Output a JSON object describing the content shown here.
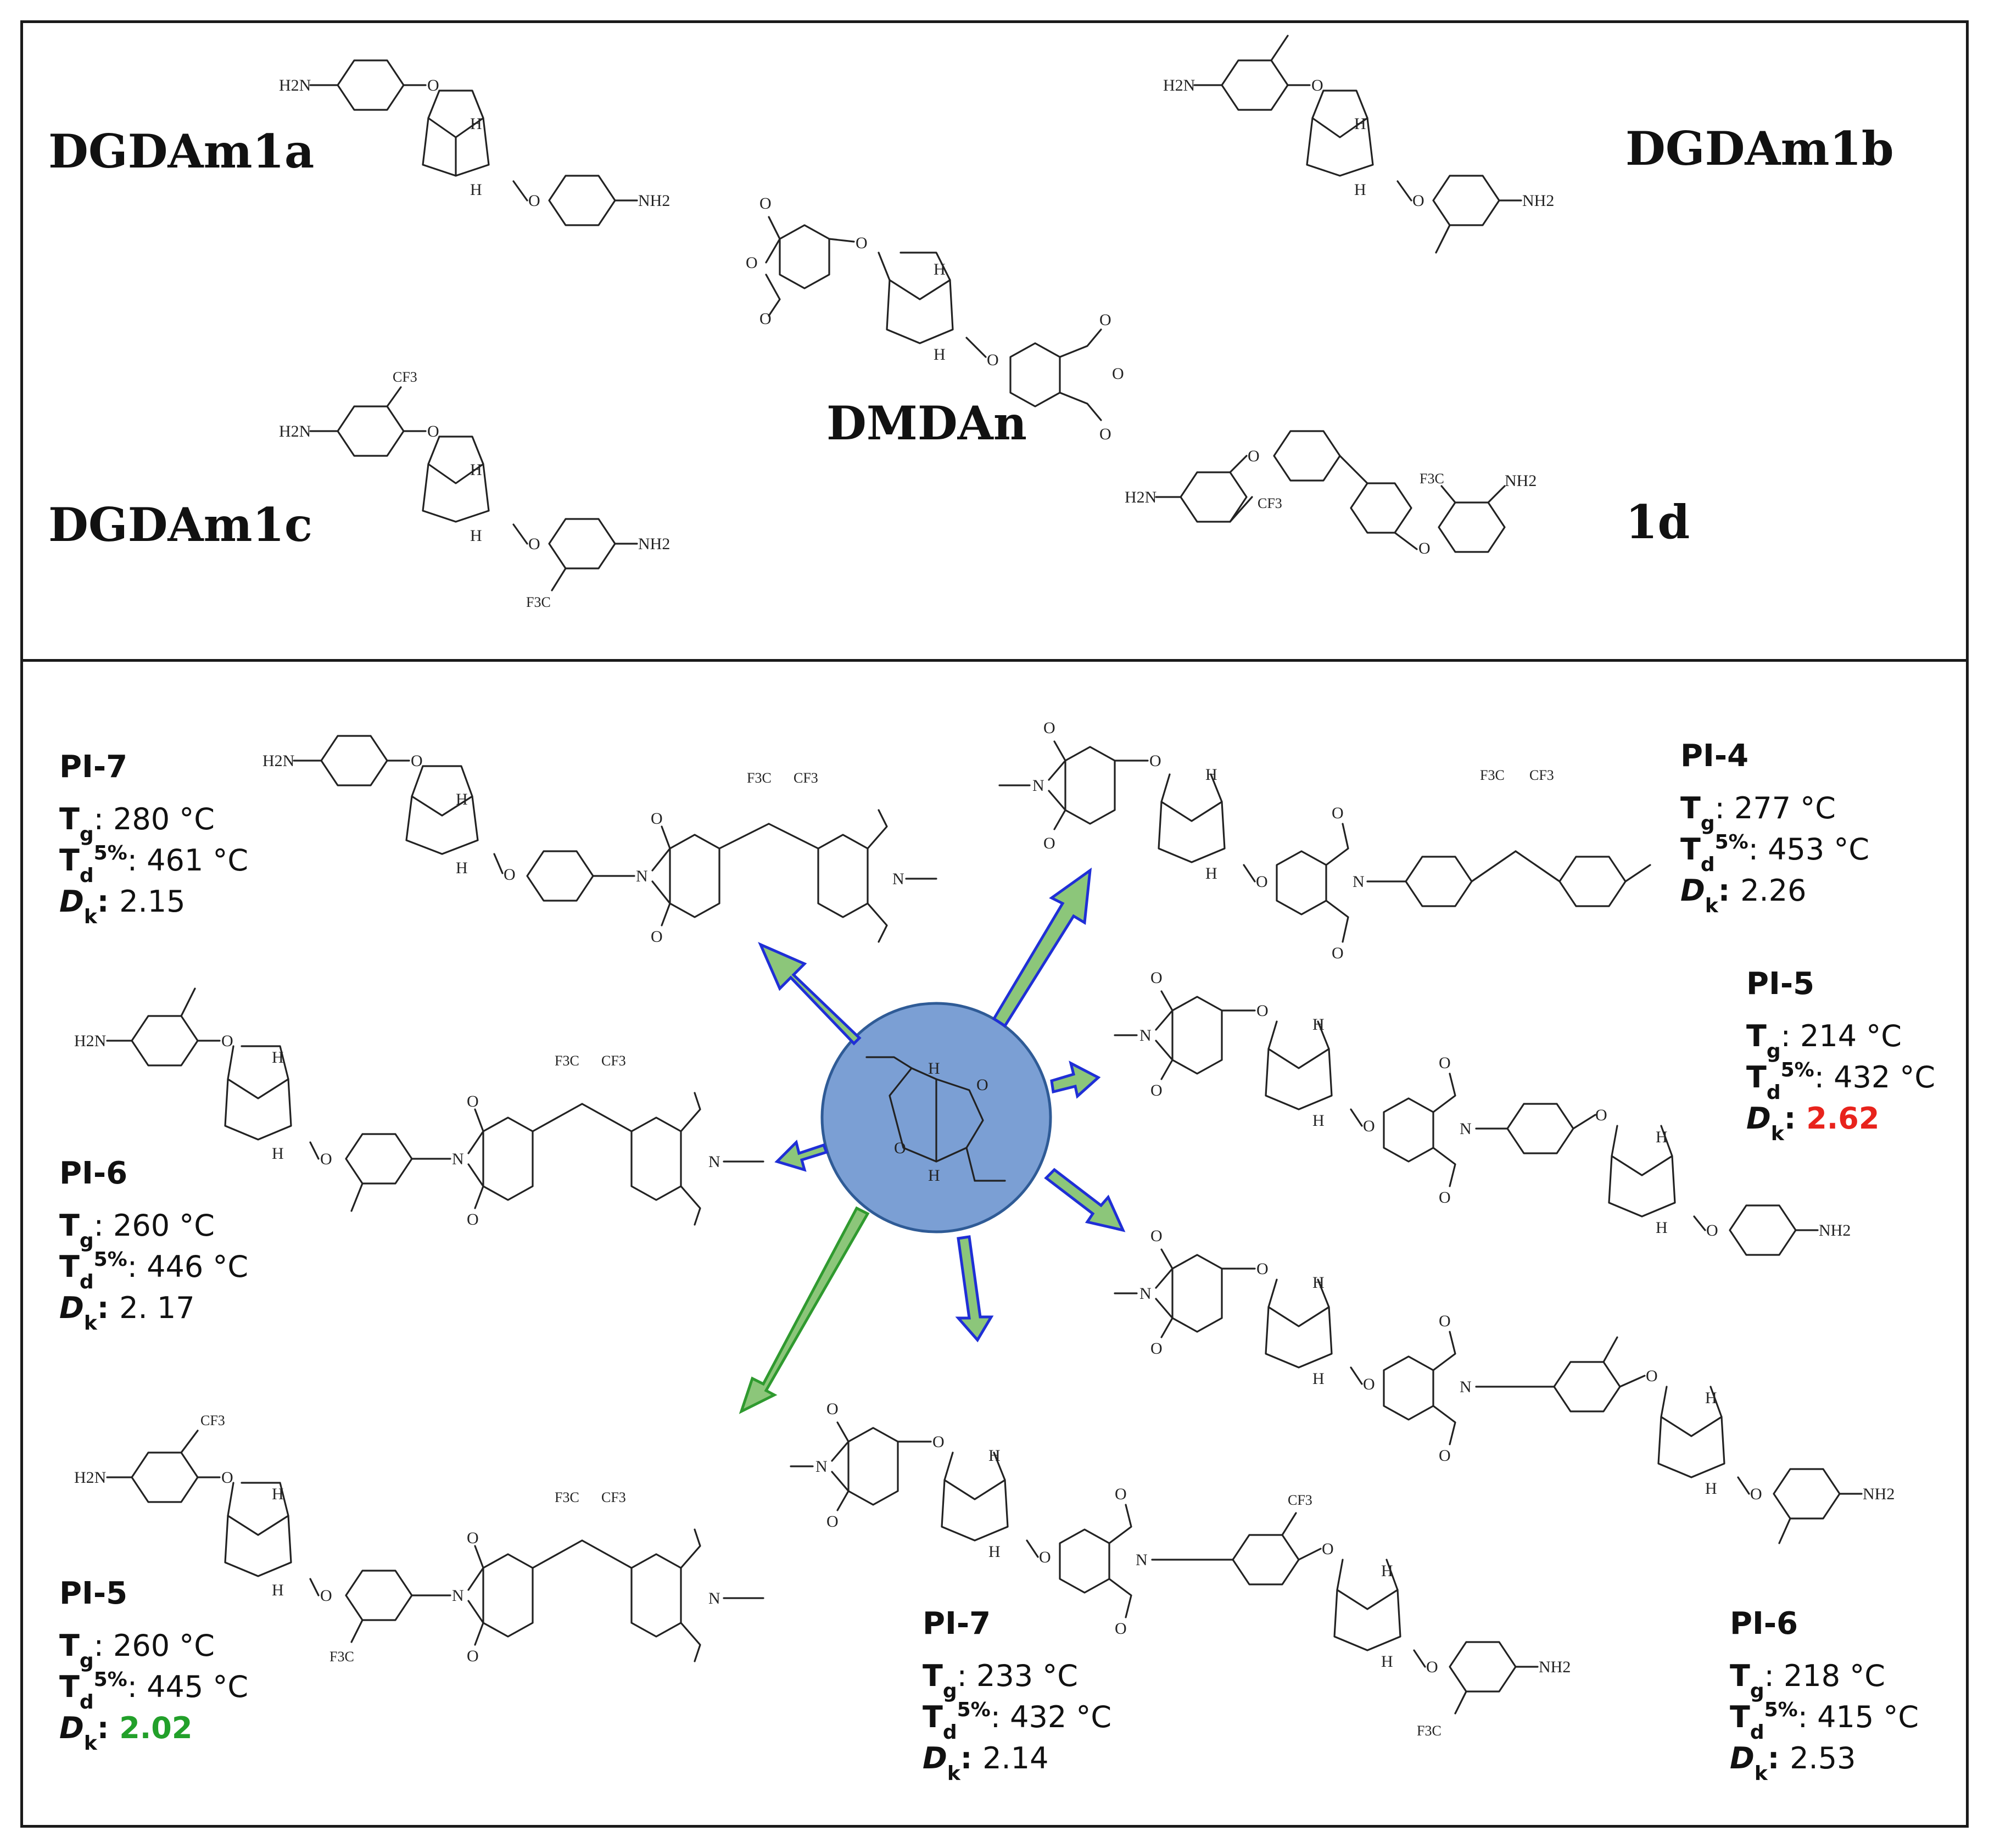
{
  "figure": {
    "top_panel": {
      "monomers": [
        {
          "id": "dgdam1a",
          "label": "DGDAm1a",
          "substituent": ""
        },
        {
          "id": "dgdam1b",
          "label": "DGDAm1b",
          "substituent": ""
        },
        {
          "id": "dmdan",
          "label": "DMDAn",
          "substituent": ""
        },
        {
          "id": "dgdam1c",
          "label": "DGDAm1c",
          "substituent": "CF3"
        },
        {
          "id": "oned",
          "label": "1d",
          "substituent": "CF3"
        }
      ]
    },
    "bottom_panel": {
      "polyimides": [
        {
          "id": "pi7a",
          "name": "PI-7",
          "tg_label": "T",
          "tg_sub": "g",
          "tg_value": ": 280 °C",
          "td_label": "T",
          "td_sub": "d",
          "td_sup": "5%",
          "td_value": ": 461 °C",
          "dk_label": "D",
          "dk_sub": "k",
          "dk_sep": ": ",
          "dk_value": "2.15",
          "dk_color": "#111111",
          "dk_bold": false
        },
        {
          "id": "pi4",
          "name": "PI-4",
          "tg_label": "T",
          "tg_sub": "g",
          "tg_value": ": 277 °C",
          "td_label": "T",
          "td_sub": "d",
          "td_sup": "5%",
          "td_value": ": 453 °C",
          "dk_label": "D",
          "dk_sub": "k",
          "dk_sep": ": ",
          "dk_value": "2.26",
          "dk_color": "#111111",
          "dk_bold": false
        },
        {
          "id": "pi5b",
          "name": "PI-5",
          "tg_label": "T",
          "tg_sub": "g",
          "tg_value": ": 214 °C",
          "td_label": "T",
          "td_sub": "d",
          "td_sup": "5%",
          "td_value": ": 432 °C",
          "dk_label": "D",
          "dk_sub": "k",
          "dk_sep": ": ",
          "dk_value": "2.62",
          "dk_color": "#e8231c",
          "dk_bold": true
        },
        {
          "id": "pi6a",
          "name": "PI-6",
          "tg_label": "T",
          "tg_sub": "g",
          "tg_value": ": 260 °C",
          "td_label": "T",
          "td_sub": "d",
          "td_sup": "5%",
          "td_value": ": 446 °C",
          "dk_label": "D",
          "dk_sub": "k",
          "dk_sep": ": ",
          "dk_value": "2. 17",
          "dk_color": "#111111",
          "dk_bold": false
        },
        {
          "id": "pi5a",
          "name": "PI-5",
          "tg_label": "T",
          "tg_sub": "g",
          "tg_value": ": 260 °C",
          "td_label": "T",
          "td_sub": "d",
          "td_sup": "5%",
          "td_value": ": 445 °C",
          "dk_label": "D",
          "dk_sub": "k",
          "dk_sep": ": ",
          "dk_value": "2.02",
          "dk_color": "#22a02a",
          "dk_bold": true
        },
        {
          "id": "pi7b",
          "name": "PI-7",
          "tg_label": "T",
          "tg_sub": "g",
          "tg_value": ": 233 °C",
          "td_label": "T",
          "td_sub": "d",
          "td_sup": "5%",
          "td_value": ": 432 °C",
          "dk_label": "D",
          "dk_sub": "k",
          "dk_sep": ": ",
          "dk_value": "2.14",
          "dk_color": "#111111",
          "dk_bold": false
        },
        {
          "id": "pi6b",
          "name": "PI-6",
          "tg_label": "T",
          "tg_sub": "g",
          "tg_value": ": 218 °C",
          "td_label": "T",
          "td_sub": "d",
          "td_sup": "5%",
          "td_value": ": 415 °C",
          "dk_label": "D",
          "dk_sub": "k",
          "dk_sep": ": ",
          "dk_value": "2.53",
          "dk_color": "#111111",
          "dk_bold": false
        }
      ],
      "hub_color": "#7b9fd4",
      "hub_border": "#2f5b96",
      "arrow_fill": "#8cc67a",
      "arrow_outline_blue": "#1f2fd6",
      "arrow_outline_green": "#2f9a2f"
    },
    "atoms": {
      "amine": "NH2",
      "amine_left": "H2N",
      "oxygen": "O",
      "hydrogen": "H",
      "nitrogen": "N",
      "cf3": "CF3",
      "f3c": "F3C"
    }
  }
}
